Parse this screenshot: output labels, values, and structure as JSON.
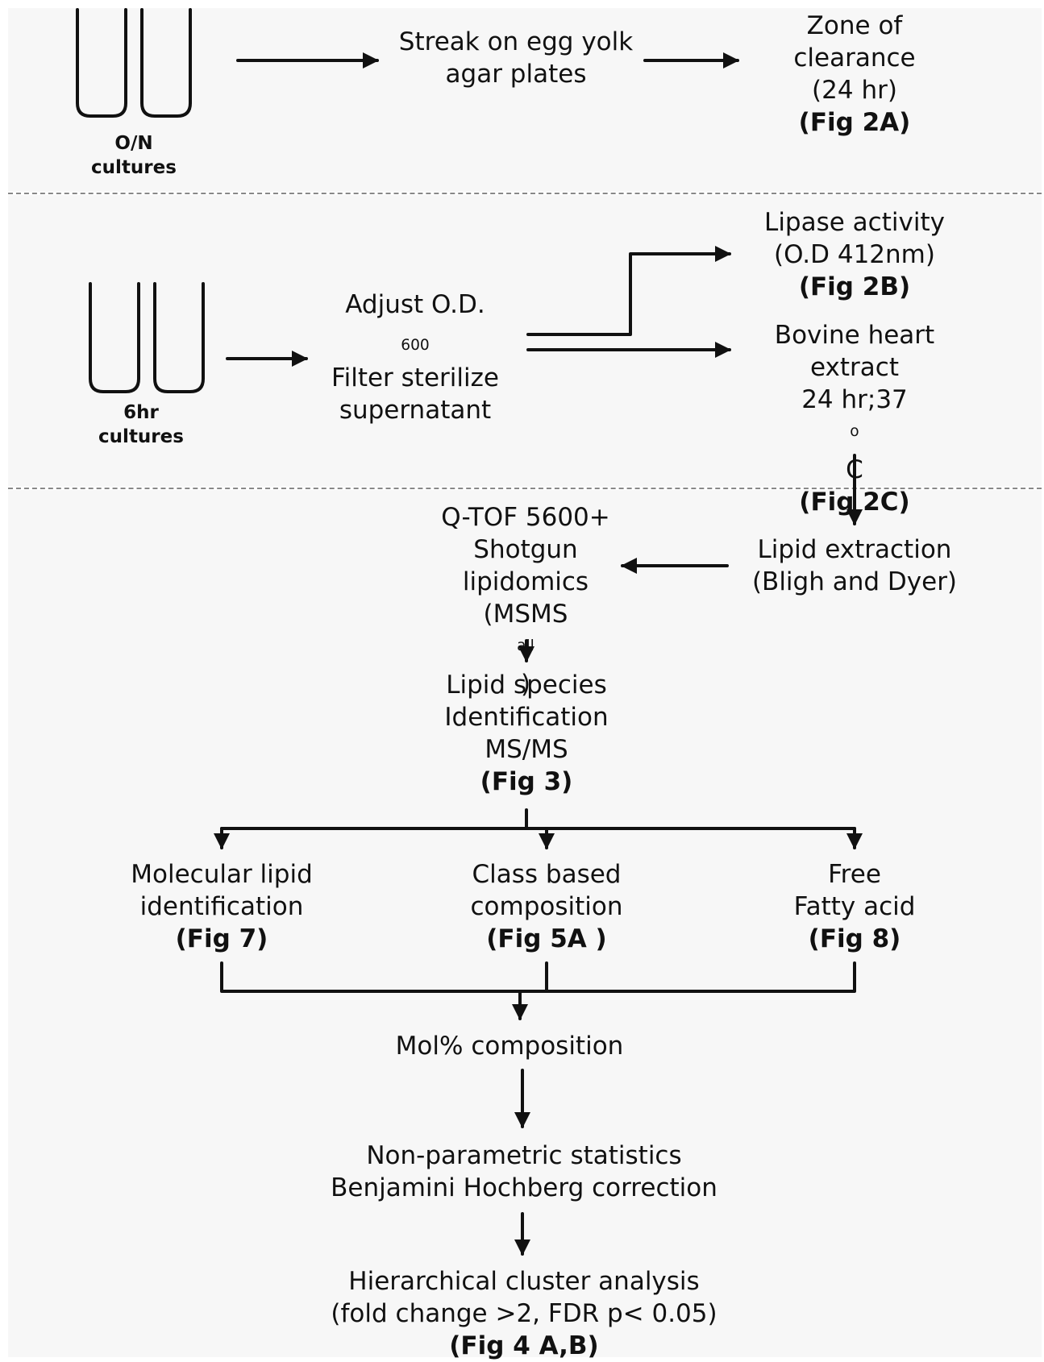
{
  "step1": {
    "tubes_label": [
      "O/N",
      "cultures"
    ],
    "streak": [
      "Streak on egg yolk",
      "agar plates"
    ],
    "zone": [
      "Zone of",
      "clearance",
      "(24 hr)"
    ],
    "zone_fig": "(Fig 2A)"
  },
  "step2": {
    "tubes_label": [
      "6hr",
      "cultures"
    ],
    "adjust_prefix": "Adjust O.D.",
    "adjust_sub": "600",
    "filter": [
      "Filter sterilize",
      "supernatant"
    ],
    "lipase": [
      "Lipase activity",
      "(O.D 412nm)"
    ],
    "lipase_fig": "(Fig 2B)",
    "bovine": [
      "Bovine heart",
      "extract"
    ],
    "bovine_cond_prefix": "24 hr;37",
    "bovine_cond_sup": "o",
    "bovine_cond_suffix": "C",
    "bovine_fig": "(Fig 2C)"
  },
  "step3": {
    "lipid_extraction": [
      "Lipid extraction",
      "(Bligh and Dyer)"
    ],
    "qtof": [
      "Q-TOF 5600+",
      "Shotgun",
      "lipidomics"
    ],
    "msms_prefix": "(MSMS",
    "msms_sup": "all",
    "msms_suffix": ")",
    "species": [
      "Lipid species",
      "Identification",
      "MS/MS"
    ],
    "species_fig": "(Fig 3)",
    "molecular": [
      "Molecular lipid",
      "identification"
    ],
    "molecular_fig": "(Fig 7)",
    "class": [
      "Class based",
      "composition"
    ],
    "class_fig": "(Fig 5A )",
    "ffa": [
      "Free",
      "Fatty acid"
    ],
    "ffa_fig": "(Fig 8)",
    "mol": "Mol% composition",
    "stats": [
      "Non-parametric statistics",
      "Benjamini Hochberg correction"
    ],
    "hca": [
      "Hierarchical cluster analysis",
      "(fold change >2, FDR p< 0.05)"
    ],
    "hca_fig": "(Fig 4 A,B)"
  }
}
